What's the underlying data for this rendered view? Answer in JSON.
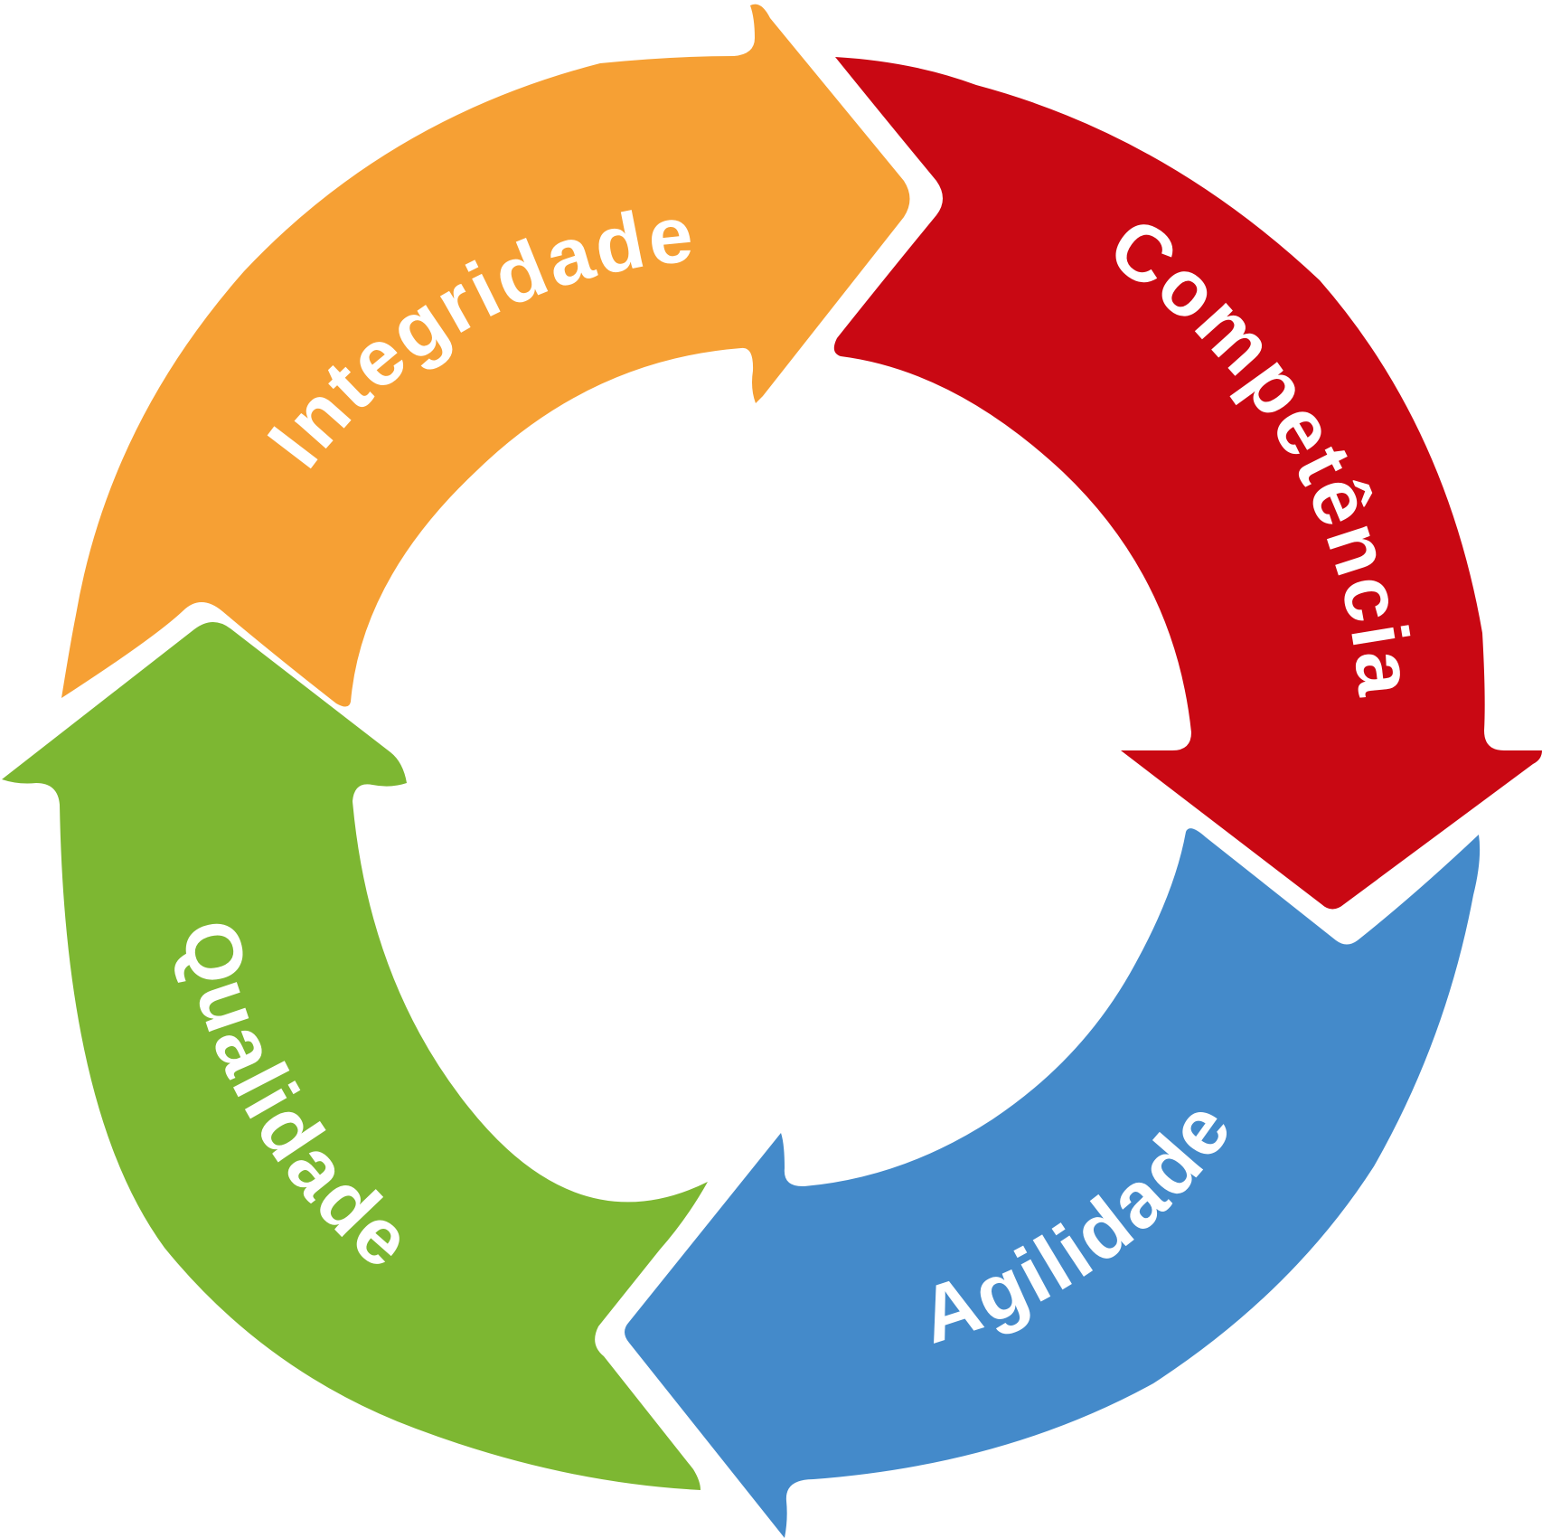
{
  "diagram": {
    "type": "cycle",
    "segments": [
      {
        "id": "integridade",
        "label": "Integridade",
        "color": "#F6A034"
      },
      {
        "id": "competencia",
        "label": "Competência",
        "color": "#C90813"
      },
      {
        "id": "agilidade",
        "label": "Agilidade",
        "color": "#448ACA"
      },
      {
        "id": "qualidade",
        "label": "Qualidade",
        "color": "#7DB732"
      }
    ]
  }
}
